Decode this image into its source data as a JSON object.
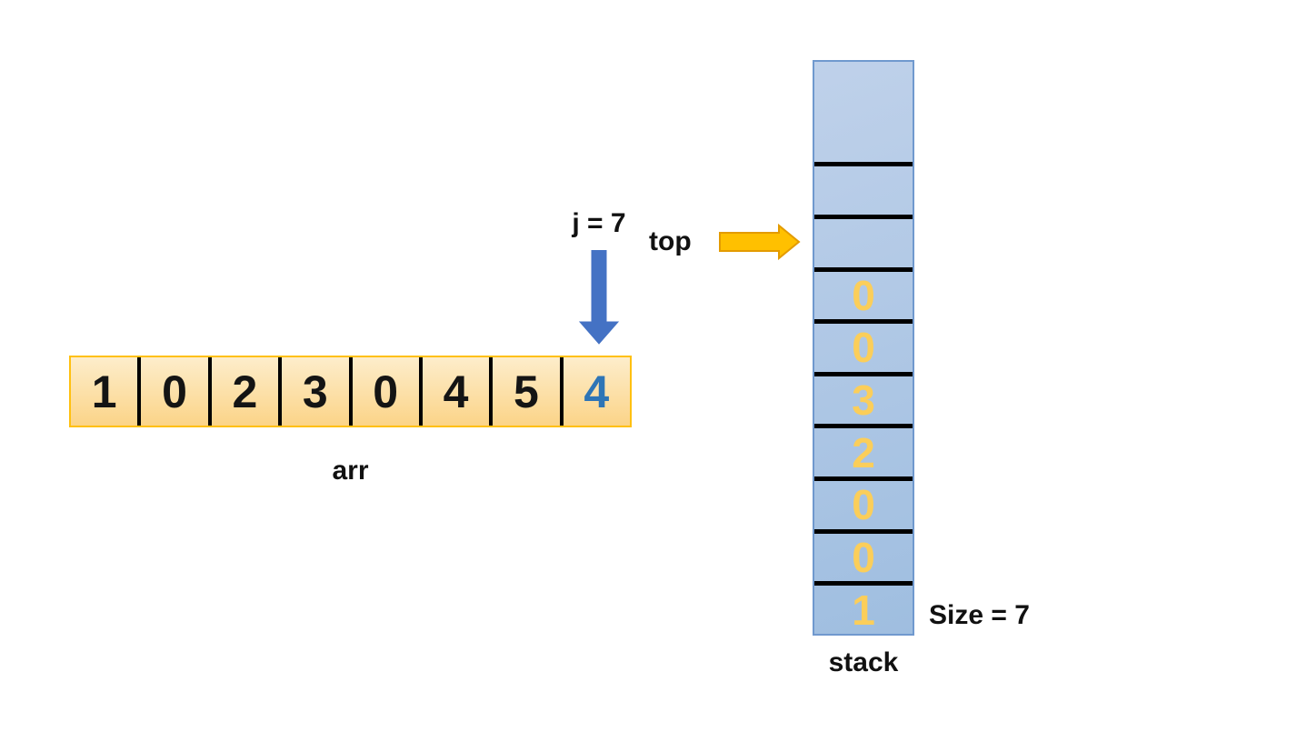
{
  "array": {
    "label": "arr",
    "values": [
      "1",
      "0",
      "2",
      "3",
      "0",
      "4",
      "5",
      "4"
    ],
    "highlighted_index": 7
  },
  "stack": {
    "label": "stack",
    "cells": [
      "",
      "",
      "",
      "0",
      "0",
      "3",
      "2",
      "0",
      "0",
      "1"
    ],
    "size_label": "Size = 7"
  },
  "pointers": {
    "j_label": "j = 7",
    "top_label": "top"
  },
  "colors": {
    "array_fill_top": "#FDEDCB",
    "array_fill_bottom": "#FBD488",
    "array_border": "#FFC010",
    "array_value": "#141414",
    "array_highlight_value": "#2E75B6",
    "stack_fill_top": "#BFD1EA",
    "stack_fill_bottom": "#9FBEE0",
    "stack_border": "#7099CE",
    "stack_value": "#FBCE5A",
    "divider": "#000000",
    "j_arrow": "#4472C4",
    "top_arrow_fill": "#FFC000",
    "top_arrow_stroke": "#E39B00"
  }
}
